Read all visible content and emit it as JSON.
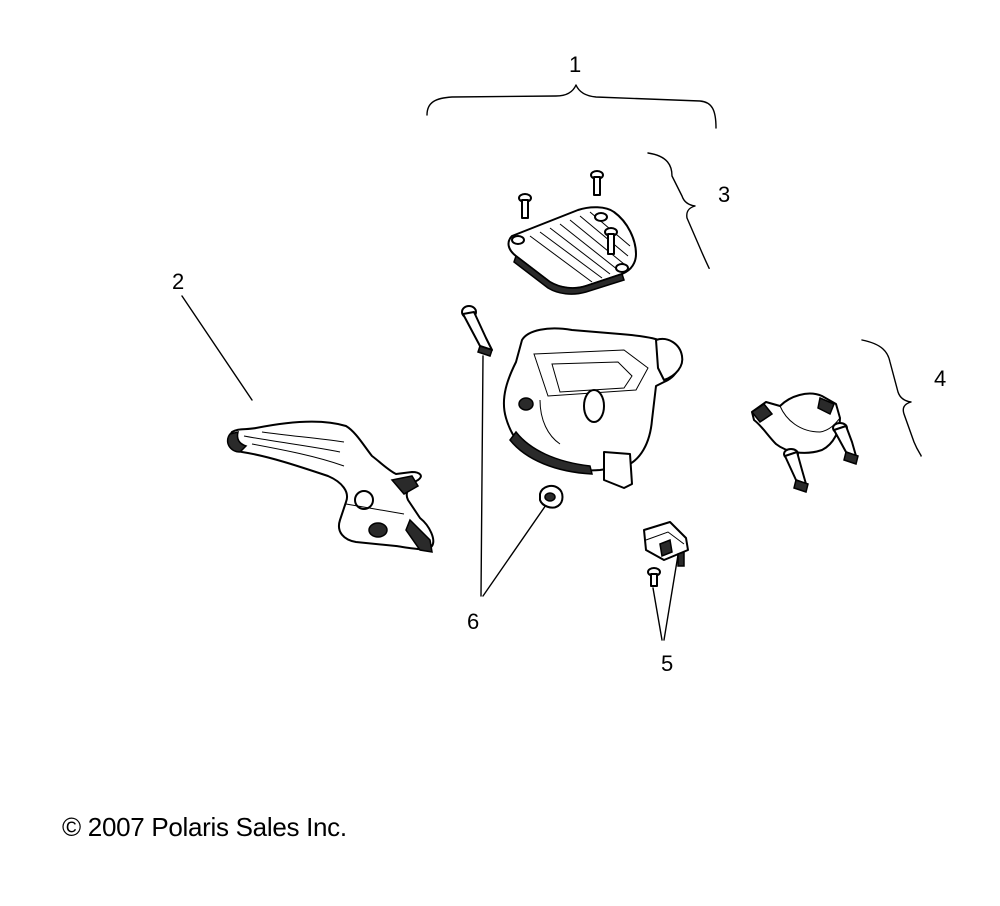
{
  "callouts": {
    "c1": "1",
    "c2": "2",
    "c3": "3",
    "c4": "4",
    "c5": "5",
    "c6": "6"
  },
  "copyright": "© 2007 Polaris Sales Inc."
}
